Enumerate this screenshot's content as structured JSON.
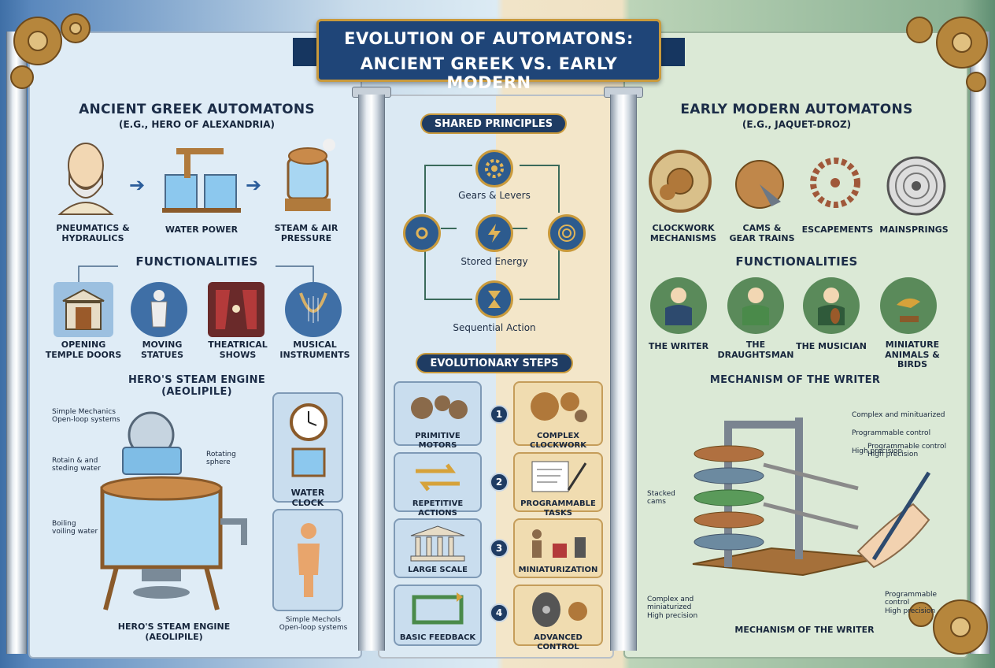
{
  "title": {
    "line1": "EVOLUTION OF AUTOMATONS:",
    "line2": "ANCIENT GREEK VS. EARLY MODERN"
  },
  "left": {
    "heading": "ANCIENT GREEK AUTOMATONS",
    "subheading": "(e.g., HERO OF ALEXANDRIA)",
    "top_items": [
      "PNEUMATICS &\nHYDRAULICS",
      "WATER POWER",
      "STEAM & AIR\nPRESSURE"
    ],
    "functionalities_title": "FUNCTIONALITIES",
    "functionalities": [
      "OPENING\nTEMPLE DOORS",
      "MOVING\nSTATUES",
      "THEATRICAL\nSHOWS",
      "MUSICAL\nINSTRUMENTS"
    ],
    "engine_title": "HERO'S STEAM ENGINE\n(AEOLIPILE)",
    "engine_caption": "HERO'S STEAM ENGINE\n(AEOLIPILE)",
    "callouts": {
      "simple_mech": "Simple Mechanics\nOpen-loop systems",
      "rotain": "Rotain & and\nsteding water",
      "rotating": "Rotating\nsphere",
      "boiling": "Boiling\nvoiling water",
      "simple_mechols": "Simple Mechols\nOpen-loop systems"
    },
    "water_clock": "WATER CLOCK"
  },
  "middle": {
    "shared_title": "SHARED PRINCIPLES",
    "principles": [
      "Gears & Levers",
      "Stored Energy",
      "Sequential Action"
    ],
    "evo_title": "EVOLUTIONARY STEPS",
    "steps": [
      {
        "n": "1",
        "left": "PRIMITIVE MOTORS",
        "right": "COMPLEX CLOCKWORK"
      },
      {
        "n": "2",
        "left": "REPETITIVE ACTIONS",
        "right": "PROGRAMMABLE TASKS"
      },
      {
        "n": "3",
        "left": "LARGE SCALE",
        "right": "MINIATURIZATION"
      },
      {
        "n": "4",
        "left": "BASIC FEEDBACK",
        "right": "ADVANCED CONTROL"
      }
    ]
  },
  "right": {
    "heading": "EARLY MODERN AUTOMATONS",
    "subheading": "(e.g., JAQUET-DROZ)",
    "top_items": [
      "CLOCKWORK\nMECHANISMS",
      "CAMS &\nGEAR TRAINS",
      "ESCAPEMENTS",
      "MAINSPRINGS"
    ],
    "functionalities_title": "FUNCTIONALITIES",
    "functionalities": [
      "THE WRITER",
      "THE\nDRAUGHTSMAN",
      "THE MUSICIAN",
      "MINIATURE\nANIMALS & BIRDS"
    ],
    "mechanism_title": "MECHANISM OF THE WRITER",
    "mechanism_caption": "MECHANISM OF THE WRITER",
    "bullets": [
      "Complex and minituarized",
      "Programmable control",
      "High precision"
    ],
    "callouts": {
      "prog": "Programmable control\nHigh precision",
      "stacked": "Stacked\ncams",
      "complex": "Complex and\nminiaturized\nHigh precision",
      "prog2": "Programmable\ncontrol\nHigh precision"
    }
  },
  "colors": {
    "navy": "#1f3c63",
    "gold": "#c99a3c",
    "bronze": "#b07a3c",
    "water": "#7fbde6"
  }
}
